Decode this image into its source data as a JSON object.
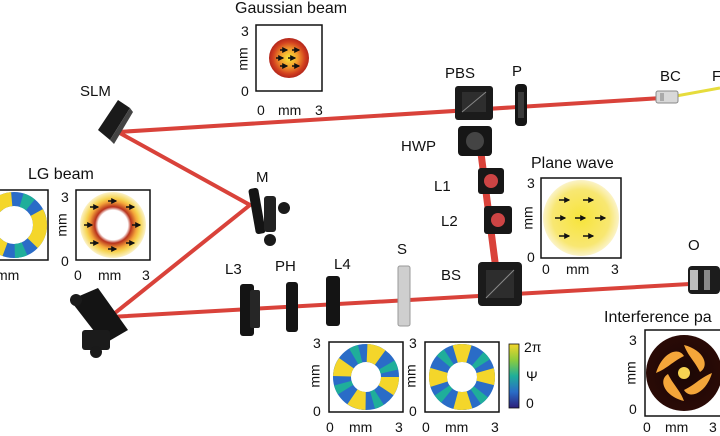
{
  "title_gaussian": "Gaussian beam",
  "title_plane_wave": "Plane wave",
  "title_lg_beam": "LG beam",
  "title_interference": "Interference pa",
  "components": {
    "slm": "SLM",
    "pbs": "PBS",
    "p": "P",
    "bc": "BC",
    "bc_next": "F",
    "hwp": "HWP",
    "l1": "L1",
    "l2": "L2",
    "m": "M",
    "l3": "L3",
    "ph": "PH",
    "l4": "L4",
    "s": "S",
    "bs": "BS",
    "o": "O"
  },
  "axis": {
    "zero": "0",
    "three": "3",
    "unit": "mm"
  },
  "colorbar": {
    "top": "2π",
    "mid": "Ψ",
    "bottom": "0"
  },
  "colors": {
    "beam": "#d9423a",
    "fiber": "#e6dc3c",
    "optic_dark": "#151515"
  }
}
